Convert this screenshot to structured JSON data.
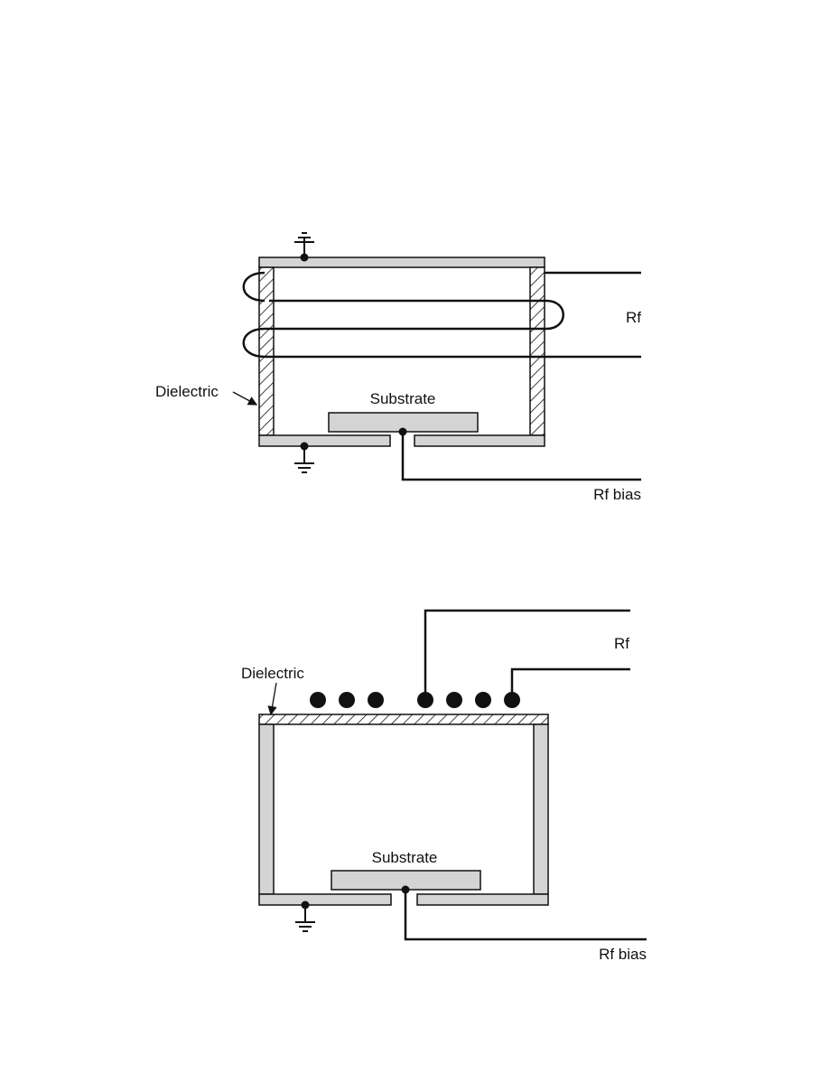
{
  "colors": {
    "line": "#111111",
    "metal_fill": "#d4d4d4",
    "hatch": "#111111",
    "background": "#ffffff"
  },
  "figure_top": {
    "labels": {
      "dielectric": "Dielectric",
      "substrate": "Substrate",
      "rf": "Rf",
      "rf_bias": "Rf bias"
    },
    "icons": [
      "ground-icon-top",
      "ground-icon-bottom"
    ]
  },
  "figure_bottom": {
    "labels": {
      "dielectric": "Dielectric",
      "substrate": "Substrate",
      "rf": "Rf",
      "rf_bias": "Rf bias"
    },
    "coil_turn_count": 7,
    "icons": [
      "ground-icon"
    ]
  }
}
